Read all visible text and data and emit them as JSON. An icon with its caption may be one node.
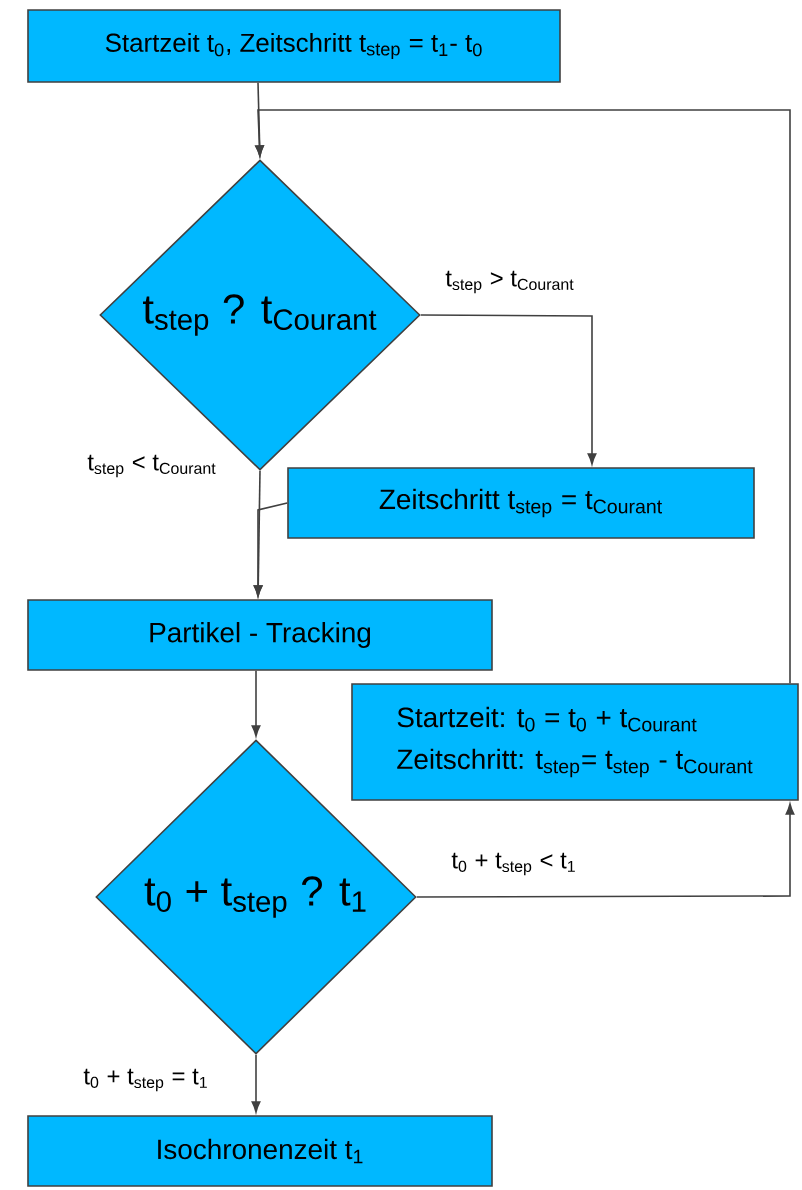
{
  "diagram": {
    "nodes": [
      {
        "text": [
          "Startzeit t$_{0}$, Zeitschritt t$_{step}$ = t$_{1}$- t$_{0}$"
        ]
      },
      {
        "text": [
          "t$_{step}$ ? t$_{Courant}$"
        ]
      },
      {
        "text": [
          "Zeitschritt t$_{step}$ = t$_{Courant}$"
        ]
      },
      {
        "text": [
          "Partikel - Tracking"
        ]
      },
      {
        "text": [
          "Startzeit:    t$_{0}$ = t$_{0}$ + t$_{Courant}$",
          "Zeitschritt: t$_{step}$= t$_{step}$ - t$_{Courant}$"
        ]
      },
      {
        "text": [
          "t$_{0}$ + t$_{step}$ ? t$_{1}$"
        ]
      },
      {
        "text": [
          "Isochronenzeit t$_{1}$"
        ]
      }
    ],
    "edges": [
      {
        "from": 0,
        "to": 1,
        "arrow": "to"
      },
      {
        "from": 1,
        "to": 2,
        "arrow": "to",
        "label": "t$_{step}$ > t$_{Courant}$"
      },
      {
        "from": 1,
        "to": 3,
        "arrow": "to",
        "label": "t$_{step}$ < t$_{Courant}$"
      },
      {
        "from": 2,
        "to": 3,
        "arrow": "to"
      },
      {
        "from": 3,
        "to": 5,
        "arrow": "to"
      },
      {
        "from": 5,
        "to": 4,
        "arrow": "to",
        "label": "t$_{0}$ + t$_{step}$ < t$_{1}$"
      },
      {
        "from": 4,
        "to": 1,
        "arrow": "to"
      },
      {
        "from": 5,
        "to": 6,
        "arrow": "to",
        "label": "t$_{0}$ + t$_{step}$ = t$_{1}$"
      }
    ]
  }
}
